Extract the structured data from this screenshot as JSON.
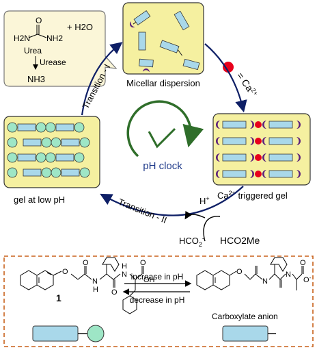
{
  "urea_box": {
    "urea_O": "O",
    "urea_H2N_left": "H2N",
    "urea_NH2_right": "NH2",
    "plus_water": "+ H2O",
    "urea_label": "Urea",
    "enzyme_label": "Urease",
    "product": "NH3"
  },
  "panels": {
    "top_label": "Micellar dispersion",
    "left_label": "gel at low pH",
    "right_label_main": "Ca",
    "right_label_sup": "2+",
    "right_label_tail": " triggered gel"
  },
  "arrows": {
    "transition_one": "Transition - I",
    "transition_two": "Transition - II",
    "calcium_eq": "= Ca",
    "calcium_sup": "2+"
  },
  "clock": {
    "label": "pH clock"
  },
  "ester": {
    "h_plus": "H",
    "h_plus_sup": "+",
    "formate": "HCO",
    "formate_sub": "2",
    "formate_sup": "-",
    "methyl_formate": "HCO2Me"
  },
  "bottom": {
    "compound_number": "1",
    "increase_label": "increase in pH",
    "decrease_label": "decrease in pH",
    "anion_label": "Carboxylate anion",
    "o_label": "O",
    "oh_label": "OH",
    "n_label": "N",
    "h_label": "H",
    "o_minus": "O"
  },
  "colors": {
    "panel_fill": "#f5f0a0",
    "rod_fill": "#a9d8ea",
    "sphere_fill": "#9ee6c6",
    "crescent_fill": "#5b1f7a",
    "calcium_fill": "#e8001c",
    "arrow_navy": "#0e1f66",
    "clock_green": "#2f6e2a",
    "clock_text": "#1f3a8a",
    "dashed_orange": "#c8601a",
    "bubble_fill": "#fbf6d8"
  }
}
